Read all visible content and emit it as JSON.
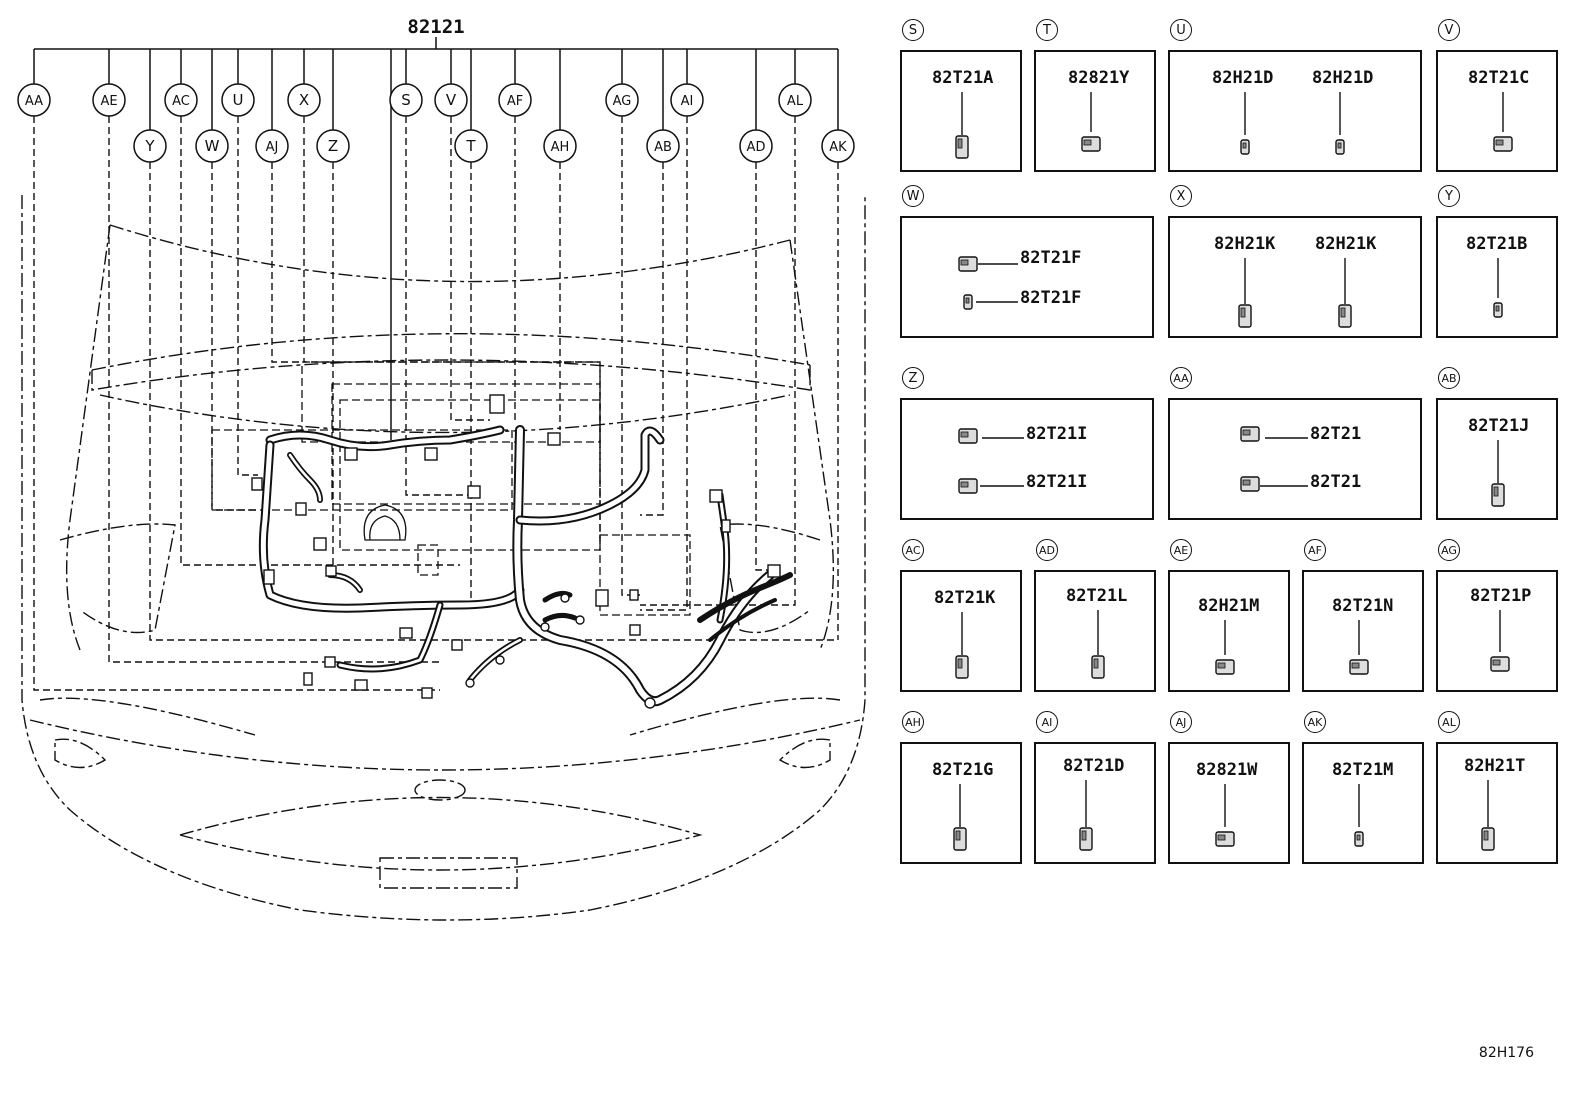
{
  "main_part_number": "82121",
  "figure_id": "82H176",
  "callouts": [
    {
      "tag": "AA"
    },
    {
      "tag": "AE"
    },
    {
      "tag": "Y"
    },
    {
      "tag": "AC"
    },
    {
      "tag": "W"
    },
    {
      "tag": "U"
    },
    {
      "tag": "AJ"
    },
    {
      "tag": "X"
    },
    {
      "tag": "Z"
    },
    {
      "tag": "S"
    },
    {
      "tag": "V"
    },
    {
      "tag": "T"
    },
    {
      "tag": "AF"
    },
    {
      "tag": "AH"
    },
    {
      "tag": "AG"
    },
    {
      "tag": "AB"
    },
    {
      "tag": "AI"
    },
    {
      "tag": "AD"
    },
    {
      "tag": "AL"
    },
    {
      "tag": "AK"
    }
  ],
  "panels": [
    {
      "tag": "S",
      "parts": [
        "82T21A"
      ]
    },
    {
      "tag": "T",
      "parts": [
        "82821Y"
      ]
    },
    {
      "tag": "U",
      "parts": [
        "82H21D",
        "82H21D"
      ]
    },
    {
      "tag": "V",
      "parts": [
        "82T21C"
      ]
    },
    {
      "tag": "W",
      "parts": [
        "82T21F",
        "82T21F"
      ]
    },
    {
      "tag": "X",
      "parts": [
        "82H21K",
        "82H21K"
      ]
    },
    {
      "tag": "Y",
      "parts": [
        "82T21B"
      ]
    },
    {
      "tag": "Z",
      "parts": [
        "82T21I",
        "82T21I"
      ]
    },
    {
      "tag": "AA",
      "parts": [
        "82T21",
        "82T21"
      ]
    },
    {
      "tag": "AB",
      "parts": [
        "82T21J"
      ]
    },
    {
      "tag": "AC",
      "parts": [
        "82T21K"
      ]
    },
    {
      "tag": "AD",
      "parts": [
        "82T21L"
      ]
    },
    {
      "tag": "AE",
      "parts": [
        "82H21M"
      ]
    },
    {
      "tag": "AF",
      "parts": [
        "82T21N"
      ]
    },
    {
      "tag": "AG",
      "parts": [
        "82T21P"
      ]
    },
    {
      "tag": "AH",
      "parts": [
        "82T21G"
      ]
    },
    {
      "tag": "AI",
      "parts": [
        "82T21D"
      ]
    },
    {
      "tag": "AJ",
      "parts": [
        "82821W"
      ]
    },
    {
      "tag": "AK",
      "parts": [
        "82T21M"
      ]
    },
    {
      "tag": "AL",
      "parts": [
        "82H21T"
      ]
    }
  ]
}
